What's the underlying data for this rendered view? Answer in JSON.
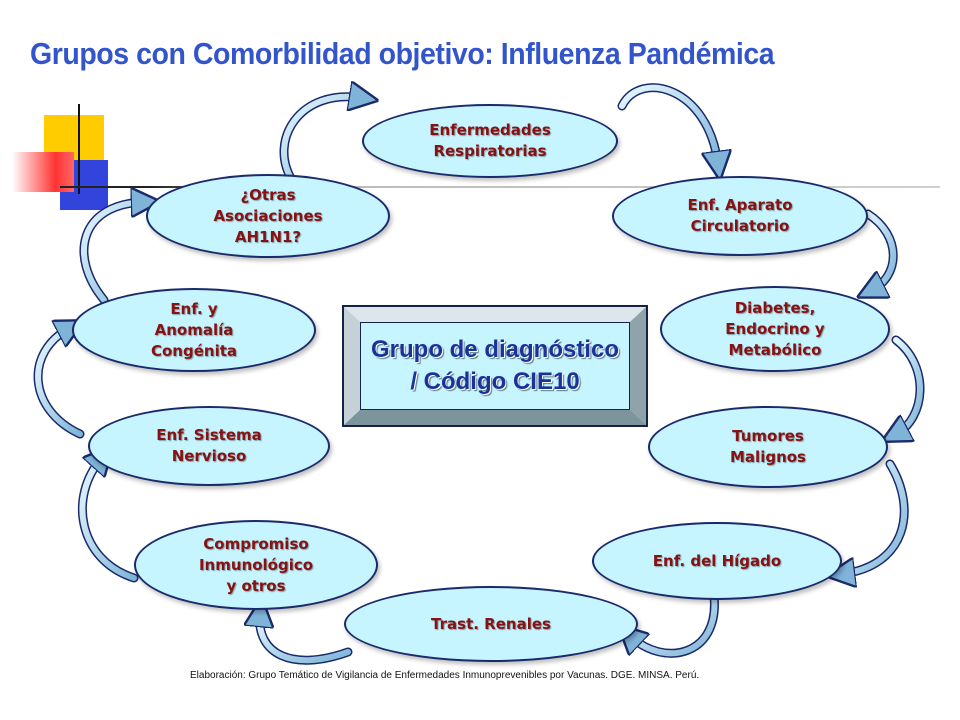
{
  "title": "Grupos con Comorbilidad objetivo: Influenza Pandémica",
  "center": {
    "label": "Grupo de diagnóstico\n/ Código CIE10"
  },
  "nodes": [
    {
      "id": "respiratorias",
      "label": "Enfermedades\nRespiratorias"
    },
    {
      "id": "circulatorio",
      "label": "Enf. Aparato\nCirculatorio"
    },
    {
      "id": "diabetes",
      "label": "Diabetes,\nEndocrino y\nMetabólico"
    },
    {
      "id": "tumores",
      "label": "Tumores\nMalignos"
    },
    {
      "id": "higado",
      "label": "Enf. del Hígado"
    },
    {
      "id": "renales",
      "label": "Trast.  Renales"
    },
    {
      "id": "inmunologico",
      "label": "Compromiso\nInmunológico\ny otros"
    },
    {
      "id": "nervioso",
      "label": "Enf. Sistema\nNervioso"
    },
    {
      "id": "congenita",
      "label": "Enf. y\nAnomalía\nCongénita"
    },
    {
      "id": "otras",
      "label": "¿Otras\nAsociaciones\nAH1N1?"
    }
  ],
  "credit": "Elaboración: Grupo Temático de Vigilancia de Enfermedades Inmunoprevenibles por Vacunas. DGE. MINSA. Perú.",
  "colors": {
    "title": "#3355cc",
    "node_fill": "#c6f4ff",
    "node_text": "#881111",
    "center_text": "#1a3399",
    "arrow": "#1a2a6a"
  }
}
